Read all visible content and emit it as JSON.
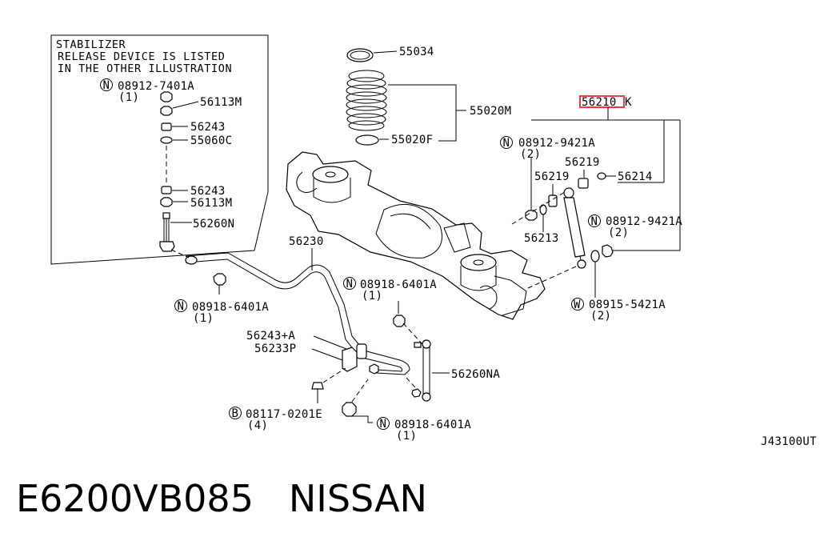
{
  "stabilizer_note": {
    "line1": "STABILIZER",
    "line2": "RELEASE DEVICE IS LISTED",
    "line3": "IN THE OTHER ILLUSTRATION"
  },
  "inset": {
    "part_08912_7401A": "08912-7401A",
    "qty_1": "(1)",
    "part_56113M_a": "56113M",
    "part_56243_a": "56243",
    "part_55060C": "55060C",
    "part_56243_b": "56243",
    "part_56113M_b": "56113M",
    "part_56260N": "56260N"
  },
  "spring": {
    "part_55034": "55034",
    "part_55020M": "55020M",
    "part_55020F": "55020F"
  },
  "shock": {
    "part_56210K_highlight": "56210",
    "part_56210K_suffix": "K",
    "part_08912_9421A_top": "08912-9421A",
    "qty_2_top": "(2)",
    "part_56219_a": "56219",
    "part_56219_b": "56219",
    "part_56214": "56214",
    "part_56213": "56213",
    "part_08912_9421A_right": "08912-9421A",
    "qty_2_right": "(2)",
    "part_08915_5421A": "08915-5421A",
    "qty_2_washer": "(2)"
  },
  "stabilizer_bar": {
    "part_56230": "56230",
    "part_08918_6401A_left": "08918-6401A",
    "qty_1_left": "(1)",
    "part_08918_6401A_mid": "08918-6401A",
    "qty_1_mid": "(1)",
    "part_56243_A": "56243+A",
    "part_56233P": "56233P",
    "part_56260NA": "56260NA",
    "part_08117_0201E": "08117-0201E",
    "qty_4": "(4)",
    "part_08918_6401A_bottom": "08918-6401A",
    "qty_1_bottom": "(1)"
  },
  "symbols": {
    "nut": "N",
    "washer": "W",
    "bolt": "B"
  },
  "diagram_code": "J43100UT",
  "footer": {
    "part_number": "E6200VB085",
    "brand": "NISSAN"
  },
  "colors": {
    "highlight": "#e8262a"
  }
}
